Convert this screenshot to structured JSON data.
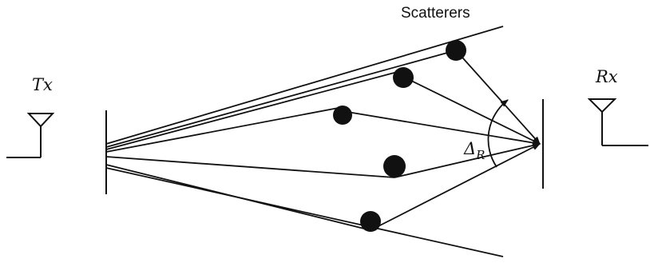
{
  "labels": {
    "tx": "Tx",
    "rx": "Rx",
    "scatterers": "Scatterers",
    "delta_main": "Δ",
    "delta_sub": "R"
  },
  "colors": {
    "ink": "#111111",
    "background": "#ffffff"
  }
}
